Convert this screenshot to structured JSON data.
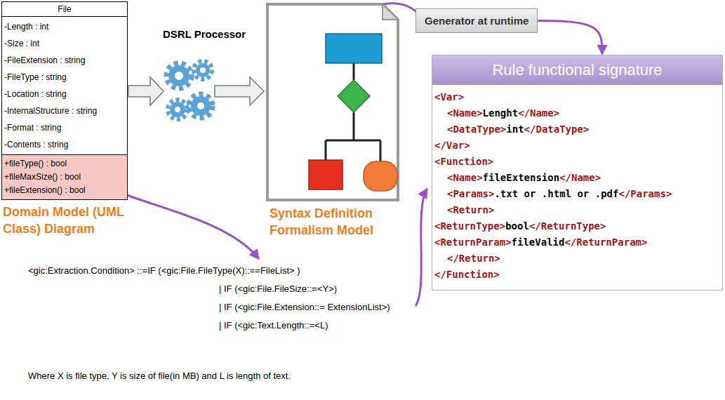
{
  "diagram": {
    "nodes": [
      {
        "text": [
          "File",
          "-Length : int",
          "-Size : int",
          "-FileExtension : string",
          "-FileType : string",
          "-Location : string",
          "-InternalStructure : string",
          "-Format : string",
          "-Contents : string",
          "+fileType() : bool",
          "+fileMaxSize() : bool",
          "+fileExtension() : bool"
        ]
      },
      {
        "text": [
          "Generator at runtime"
        ]
      },
      {
        "text": [
          "Rule functional signature",
          "<Var>",
          "<Name>Lenght</Name>",
          "<DataType>int</DataType>",
          "</Var>",
          "<Function>",
          "<Name>fileExtension</Name>",
          "<Params>.txt or .html or .pdf</Params>",
          "<Return>",
          "<ReturnType>bool</ReturnType>",
          "<ReturnParam>fileValid</ReturnParam>",
          "</Return>",
          "</Function>"
        ]
      }
    ],
    "edges": [
      {
        "from": 1,
        "to": 2,
        "arrow": "to"
      }
    ],
    "labels": [
      "DSRL Processor",
      "Domain Model (UML Class) Diagram",
      "Syntax Definition Formalism Model",
      "<gic:Extraction.Condition> ::=IF (<gic:File.FileType(X)::==FileList> )",
      "| IF (<gic:File.FileSize::=<Y>)",
      "| IF (<gic:File.Extension::= ExtensionList>)",
      "| IF (<gic:Text.Length::=<L)",
      "Where X is file type, Y is size of file(in MB) and L is length of text."
    ]
  }
}
